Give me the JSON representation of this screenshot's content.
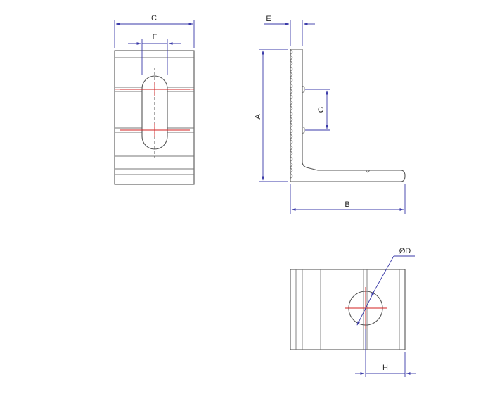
{
  "labels": {
    "c": "C",
    "f": "F",
    "e": "E",
    "a": "A",
    "g": "G",
    "b": "B",
    "d": "ØD",
    "h": "H"
  },
  "colors": {
    "outline": "#555555",
    "dimension": "#3a3aa8",
    "centerline": "#d32222"
  }
}
